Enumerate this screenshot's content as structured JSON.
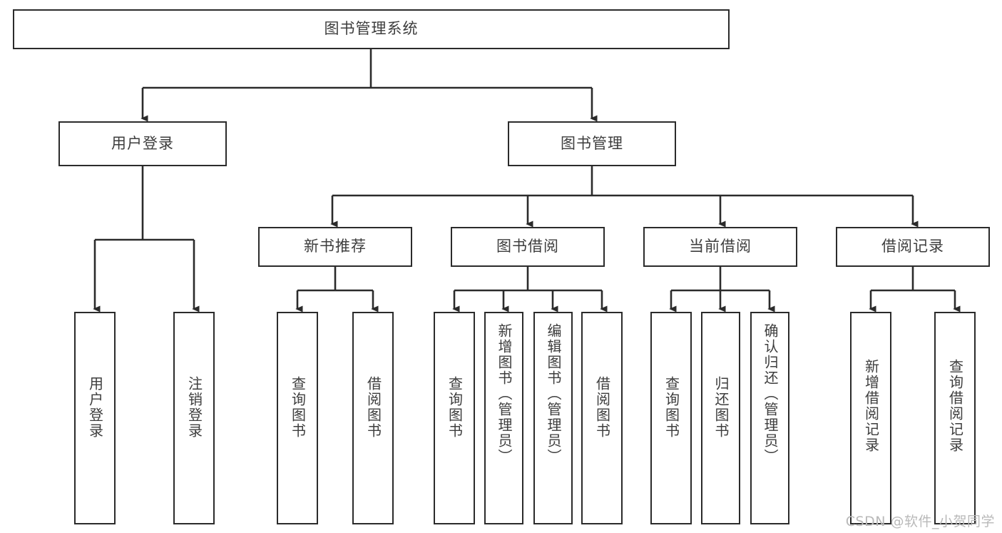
{
  "diagram": {
    "type": "tree",
    "title": "图书管理系统",
    "watermark": "CSDN @软件_小贺同学",
    "colors": {
      "box_border": "#2b2b2b",
      "box_fill": "#ffffff",
      "text": "#3d3d3d",
      "connector": "#2b2b2b",
      "watermark": "#b9b9b9",
      "background": "#ffffff"
    },
    "root": {
      "label": "图书管理系统"
    },
    "level2": [
      {
        "label": "用户登录"
      },
      {
        "label": "图书管理"
      }
    ],
    "level3": [
      {
        "label": "新书推荐"
      },
      {
        "label": "图书借阅"
      },
      {
        "label": "当前借阅"
      },
      {
        "label": "借阅记录"
      }
    ],
    "leaves": {
      "user_login": [
        {
          "label": "用户登录"
        },
        {
          "label": "注销登录"
        }
      ],
      "new_book_recommend": [
        {
          "label": "查询图书"
        },
        {
          "label": "借阅图书"
        }
      ],
      "book_borrow": [
        {
          "label": "查询图书"
        },
        {
          "label": "新增图书（管理员）"
        },
        {
          "label": "编辑图书（管理员）"
        },
        {
          "label": "借阅图书"
        }
      ],
      "current_borrow": [
        {
          "label": "查询图书"
        },
        {
          "label": "归还图书"
        },
        {
          "label": "确认归还（管理员）"
        }
      ],
      "borrow_record": [
        {
          "label": "新增借阅记录"
        },
        {
          "label": "查询借阅记录"
        }
      ]
    }
  }
}
